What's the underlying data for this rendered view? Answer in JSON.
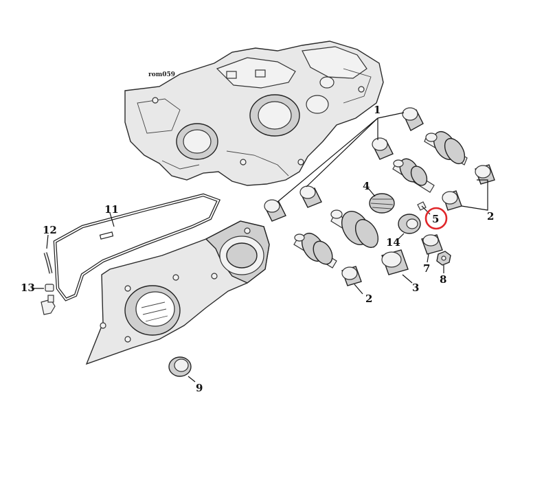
{
  "diagram_code": "rom059",
  "callouts": [
    {
      "id": "c1",
      "text": "1"
    },
    {
      "id": "c2a",
      "text": "2"
    },
    {
      "id": "c2b",
      "text": "2"
    },
    {
      "id": "c3",
      "text": "3"
    },
    {
      "id": "c4",
      "text": "4"
    },
    {
      "id": "c5",
      "text": "5"
    },
    {
      "id": "c7",
      "text": "7"
    },
    {
      "id": "c8",
      "text": "8"
    },
    {
      "id": "c9",
      "text": "9"
    },
    {
      "id": "c11",
      "text": "11"
    },
    {
      "id": "c12",
      "text": "12"
    },
    {
      "id": "c13",
      "text": "13"
    },
    {
      "id": "c14",
      "text": "14"
    }
  ],
  "highlight": {
    "callout": "5",
    "color": "#e0262a"
  }
}
